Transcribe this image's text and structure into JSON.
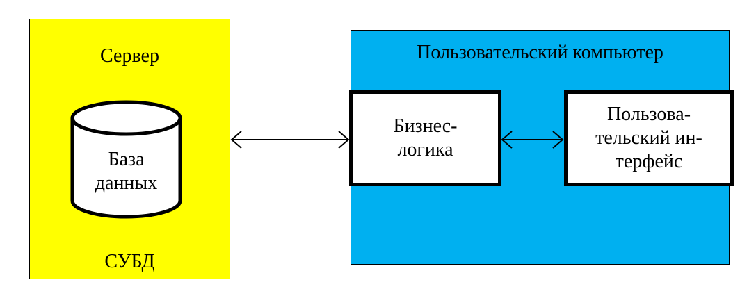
{
  "server": {
    "title": "Сервер",
    "database": "База\nданных",
    "dbms": "СУБД"
  },
  "client": {
    "title": "Пользовательский компьютер",
    "business_logic": "Бизнес-\nлогика",
    "user_interface": "Пользова-\nтельский ин-\nтерфейс"
  },
  "colors": {
    "server_fill": "#ffff00",
    "client_fill": "#00b0f0"
  }
}
